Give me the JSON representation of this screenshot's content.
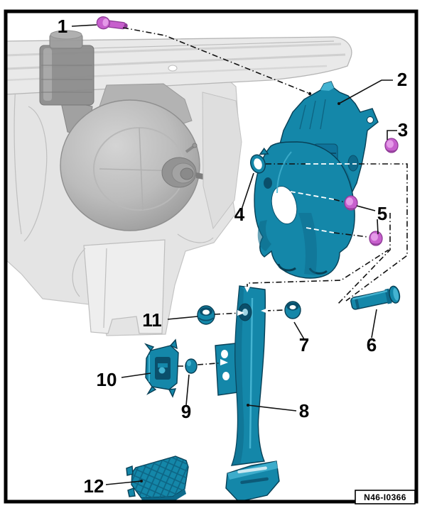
{
  "figure": {
    "type": "exploded-parts-diagram",
    "reference_code": "N46-I0366",
    "callouts": [
      {
        "label": "1"
      },
      {
        "label": "2"
      },
      {
        "label": "3"
      },
      {
        "label": "4"
      },
      {
        "label": "5"
      },
      {
        "label": "6"
      },
      {
        "label": "7"
      },
      {
        "label": "8"
      },
      {
        "label": "9"
      },
      {
        "label": "10"
      },
      {
        "label": "11"
      },
      {
        "label": "12"
      }
    ],
    "colors": {
      "component_teal": "#1487a9",
      "component_teal_light": "#44b3d1",
      "component_teal_dark": "#0a4f6b",
      "fastener_magenta": "#c75fcd",
      "fastener_magenta_dark": "#8e3c96",
      "machinery_gray": "#e3e3e3",
      "leader_line": "#111111",
      "frame": "#000000",
      "background": "#ffffff"
    }
  }
}
